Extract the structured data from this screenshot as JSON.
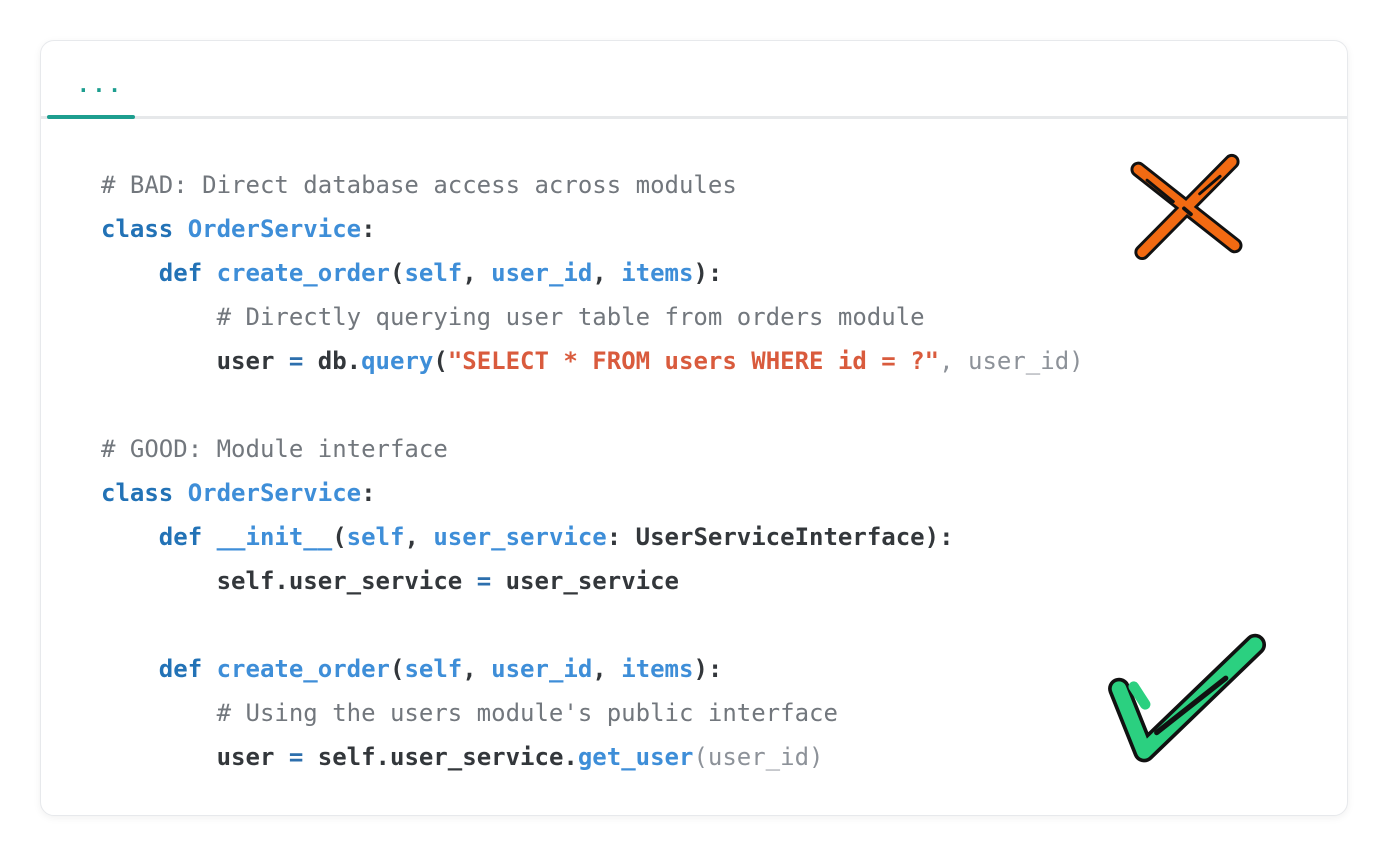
{
  "window": {
    "tab_label": "..."
  },
  "colors": {
    "accent": "#1d9e8f",
    "comment": "#72777d",
    "keyword": "#2272b6",
    "function": "#3e8ed8",
    "plain": "#33373b",
    "operator": "#2d6fad",
    "string": "#d95b3d",
    "muted": "#8d9299",
    "cross": "#f26a12",
    "check": "#2bd080",
    "outline": "#111111"
  },
  "code": {
    "language": "python",
    "lines": [
      [
        {
          "t": "# BAD: Direct database access across modules",
          "c": "cm"
        }
      ],
      [
        {
          "t": "class ",
          "c": "kw"
        },
        {
          "t": "OrderService",
          "c": "fn"
        },
        {
          "t": ":",
          "c": "pu"
        }
      ],
      [
        {
          "t": "    ",
          "c": "pu"
        },
        {
          "t": "def ",
          "c": "kw"
        },
        {
          "t": "create_order",
          "c": "fn"
        },
        {
          "t": "(",
          "c": "pu"
        },
        {
          "t": "self",
          "c": "pm"
        },
        {
          "t": ", ",
          "c": "pu"
        },
        {
          "t": "user_id",
          "c": "pm"
        },
        {
          "t": ", ",
          "c": "pu"
        },
        {
          "t": "items",
          "c": "pm"
        },
        {
          "t": "):",
          "c": "pu"
        }
      ],
      [
        {
          "t": "        # Directly querying user table from orders module",
          "c": "cm"
        }
      ],
      [
        {
          "t": "        ",
          "c": "pu"
        },
        {
          "t": "user",
          "c": "pl"
        },
        {
          "t": " ",
          "c": "pu"
        },
        {
          "t": "=",
          "c": "op"
        },
        {
          "t": " ",
          "c": "pu"
        },
        {
          "t": "db",
          "c": "pl"
        },
        {
          "t": ".",
          "c": "pu"
        },
        {
          "t": "query",
          "c": "fn"
        },
        {
          "t": "(",
          "c": "pu"
        },
        {
          "t": "\"SELECT * FROM users WHERE id = ?\"",
          "c": "st"
        },
        {
          "t": ", user_id)",
          "c": "gr"
        }
      ],
      [],
      [
        {
          "t": "# GOOD: Module interface",
          "c": "cm"
        }
      ],
      [
        {
          "t": "class ",
          "c": "kw"
        },
        {
          "t": "OrderService",
          "c": "fn"
        },
        {
          "t": ":",
          "c": "pu"
        }
      ],
      [
        {
          "t": "    ",
          "c": "pu"
        },
        {
          "t": "def ",
          "c": "kw"
        },
        {
          "t": "__init__",
          "c": "fn"
        },
        {
          "t": "(",
          "c": "pu"
        },
        {
          "t": "self",
          "c": "pm"
        },
        {
          "t": ", ",
          "c": "pu"
        },
        {
          "t": "user_service",
          "c": "pm"
        },
        {
          "t": ": ",
          "c": "pu"
        },
        {
          "t": "UserServiceInterface",
          "c": "pl"
        },
        {
          "t": "):",
          "c": "pu"
        }
      ],
      [
        {
          "t": "        ",
          "c": "pu"
        },
        {
          "t": "self.user_service",
          "c": "pl"
        },
        {
          "t": " ",
          "c": "pu"
        },
        {
          "t": "=",
          "c": "op"
        },
        {
          "t": " ",
          "c": "pu"
        },
        {
          "t": "user_service",
          "c": "pl"
        }
      ],
      [],
      [
        {
          "t": "    ",
          "c": "pu"
        },
        {
          "t": "def ",
          "c": "kw"
        },
        {
          "t": "create_order",
          "c": "fn"
        },
        {
          "t": "(",
          "c": "pu"
        },
        {
          "t": "self",
          "c": "pm"
        },
        {
          "t": ", ",
          "c": "pu"
        },
        {
          "t": "user_id",
          "c": "pm"
        },
        {
          "t": ", ",
          "c": "pu"
        },
        {
          "t": "items",
          "c": "pm"
        },
        {
          "t": "):",
          "c": "pu"
        }
      ],
      [
        {
          "t": "        # Using the users module's public interface",
          "c": "cm"
        }
      ],
      [
        {
          "t": "        ",
          "c": "pu"
        },
        {
          "t": "user",
          "c": "pl"
        },
        {
          "t": " ",
          "c": "pu"
        },
        {
          "t": "=",
          "c": "op"
        },
        {
          "t": " ",
          "c": "pu"
        },
        {
          "t": "self.user_service",
          "c": "pl"
        },
        {
          "t": ".",
          "c": "pu"
        },
        {
          "t": "get_user",
          "c": "fn"
        },
        {
          "t": "(user_id)",
          "c": "gr"
        }
      ]
    ]
  },
  "marks": {
    "cross_icon": "hand-drawn orange X over BAD example",
    "check_icon": "hand-drawn green checkmark over GOOD example"
  }
}
